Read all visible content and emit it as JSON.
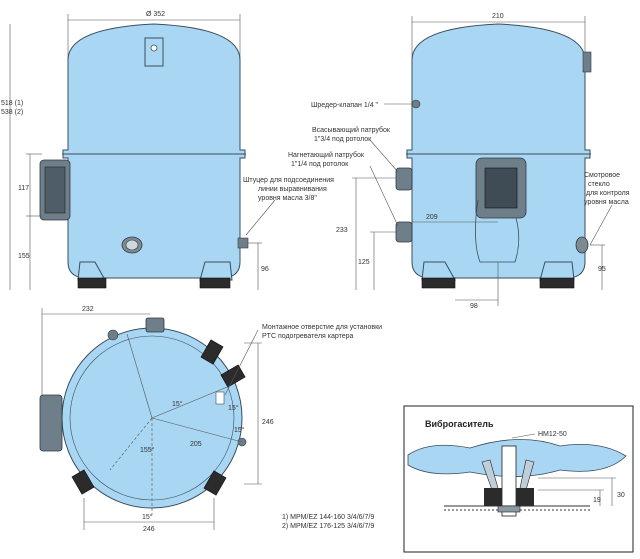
{
  "dimensions": {
    "top_width": "Ø 352",
    "side_width": "210",
    "height_1": "518 (1)",
    "height_2": "538 (2)",
    "sight_glass_height": "117",
    "left_base_height": "155",
    "oil_fitting_height": "96",
    "suction_height": "233",
    "discharge_height": "125",
    "side_sight_height": "95",
    "inner_width": "209",
    "base_width": "98",
    "bottom_width_top": "232",
    "bottom_width": "246",
    "bottom_depth": "246",
    "radius": "205",
    "angle_155": "155°",
    "angle_15a": "15°",
    "angle_15b": "15°",
    "angle_15c": "15°",
    "angle_15d": "15°",
    "bracket_19": "19",
    "bracket_30": "30"
  },
  "labels": {
    "oil_fitting": [
      "Штуцер для подсоединения",
      "линии выравнивания",
      "уровня масла 3/8\""
    ],
    "schrader": "Шредер-клапан 1/4 \"",
    "suction": [
      "Всасывающий патрубок",
      "1\"3/4 под ротолок"
    ],
    "discharge": [
      "Нагнетающий патрубок",
      "1\"1/4 под ротолок"
    ],
    "sight_glass": [
      "Смотровое",
      "стекло",
      "для контроля",
      "уровня масла"
    ],
    "mounting_hole": [
      "Монтажное отверстие для установки",
      "PTC подогревателя картера"
    ],
    "vibro_title": "Виброгаситель",
    "vibro_part": "HM12-50",
    "notes": [
      "1) MPM/EZ 144-160 3/4/6/7/9",
      "2) MPM/EZ 176-125 3/4/6/7/9"
    ]
  },
  "colors": {
    "shell": "#a9d6f2",
    "outline": "#3a4d5c",
    "box": "#6f7f8a",
    "foot": "#2b2b2b"
  }
}
